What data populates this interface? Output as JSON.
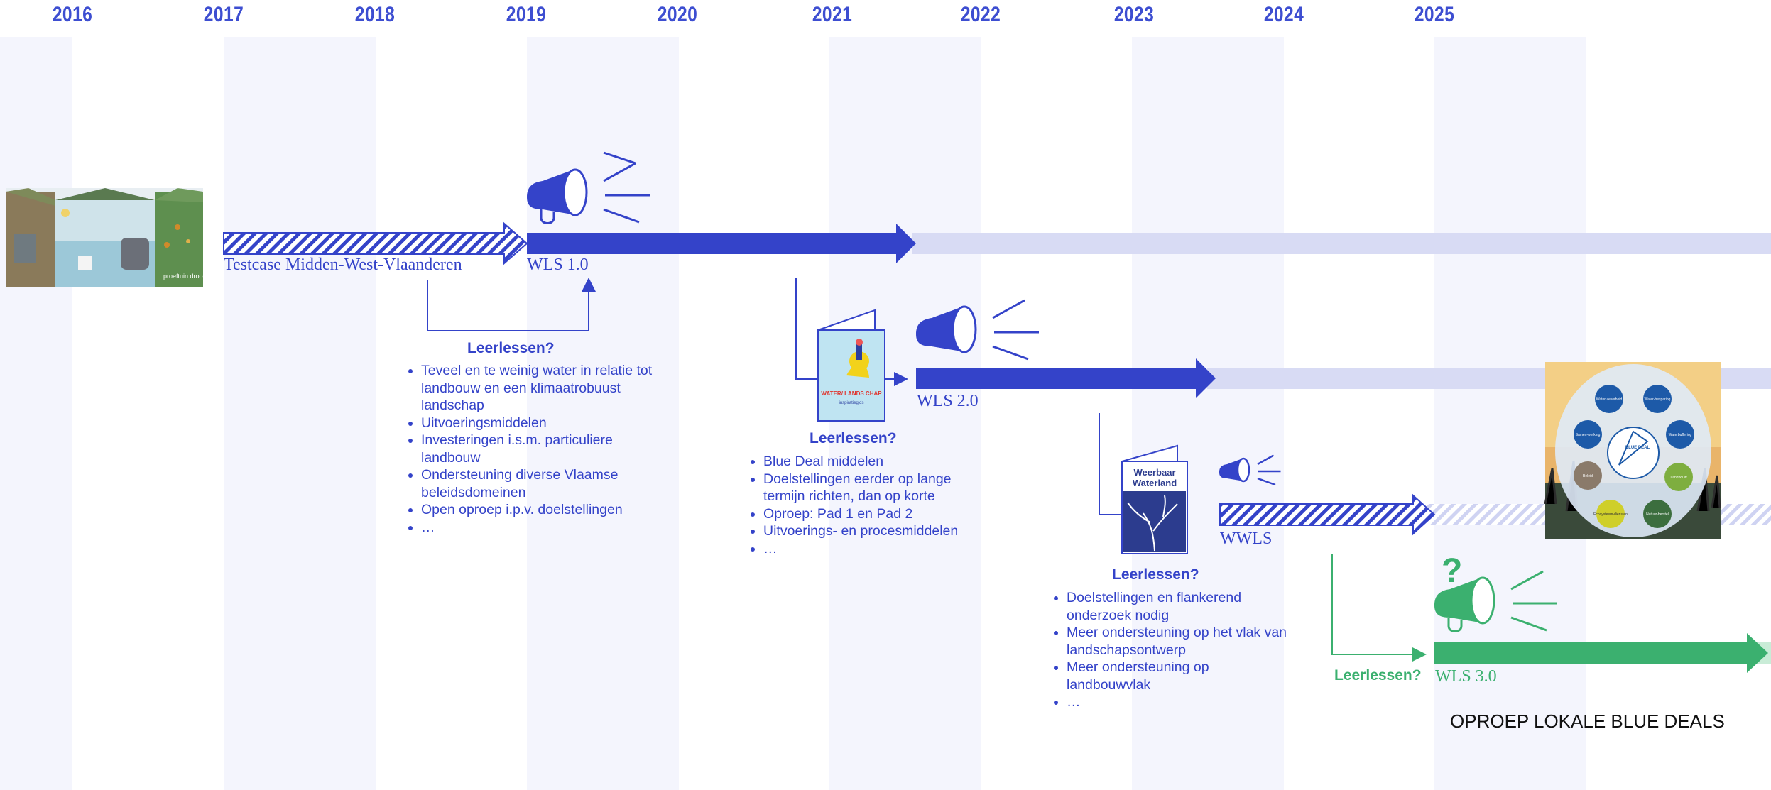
{
  "years": [
    "2016",
    "2017",
    "2018",
    "2019",
    "2020",
    "2021",
    "2022",
    "2023",
    "2024",
    "2025"
  ],
  "tracks": {
    "testcase": "Testcase Midden-West-Vlaanderen",
    "wls1": "WLS 1.0",
    "wls2": "WLS 2.0",
    "wwls": "WWLS",
    "wls3": "WLS 3.0"
  },
  "lessons": {
    "title": "Leerlessen?",
    "wls1_items": [
      "Teveel en te weinig water in relatie tot landbouw en een klimaatrobuust landschap",
      "Uitvoeringsmiddelen",
      "Investeringen i.s.m. particuliere landbouw",
      "Ondersteuning diverse Vlaamse beleidsdomeinen",
      "Open oproep i.p.v. doelstellingen",
      "…"
    ],
    "wls2_items": [
      "Blue Deal middelen",
      "Doelstellingen eerder op lange termijn richten, dan op korte",
      "Oproep: Pad 1 en Pad 2",
      "Uitvoerings- en procesmiddelen",
      "…"
    ],
    "wwls_items": [
      "Doelstellingen en flankerend onderzoek nodig",
      "Meer ondersteuning op het vlak van landschapsontwerp",
      "Meer ondersteuning op landbouwvlak",
      "…"
    ],
    "wls3_title": "Leerlessen?"
  },
  "question_mark": "?",
  "booklet_wls2": {
    "title": "WATER/ LANDS CHAP",
    "subtitle": "inspiratiegids"
  },
  "booklet_wwls": {
    "title": "Weerbaar Waterland"
  },
  "blue_deal_graphic": {
    "center": "BLUE DEAL",
    "nodes": [
      "Water-zekerheid",
      "Water-besparing",
      "Waterbuffering",
      "Landbouw",
      "Natuur-herstel",
      "Ecosysteem-diensten",
      "Beleid",
      "Samen-werking"
    ]
  },
  "collage_caption": "proeftuin droogte",
  "caption": "OPROEP LOKALE BLUE DEALS",
  "colors": {
    "blue": "#3443c9",
    "light_blue": "#d8dbf4",
    "green": "#3bb06f",
    "band": "#f4f5fd"
  }
}
